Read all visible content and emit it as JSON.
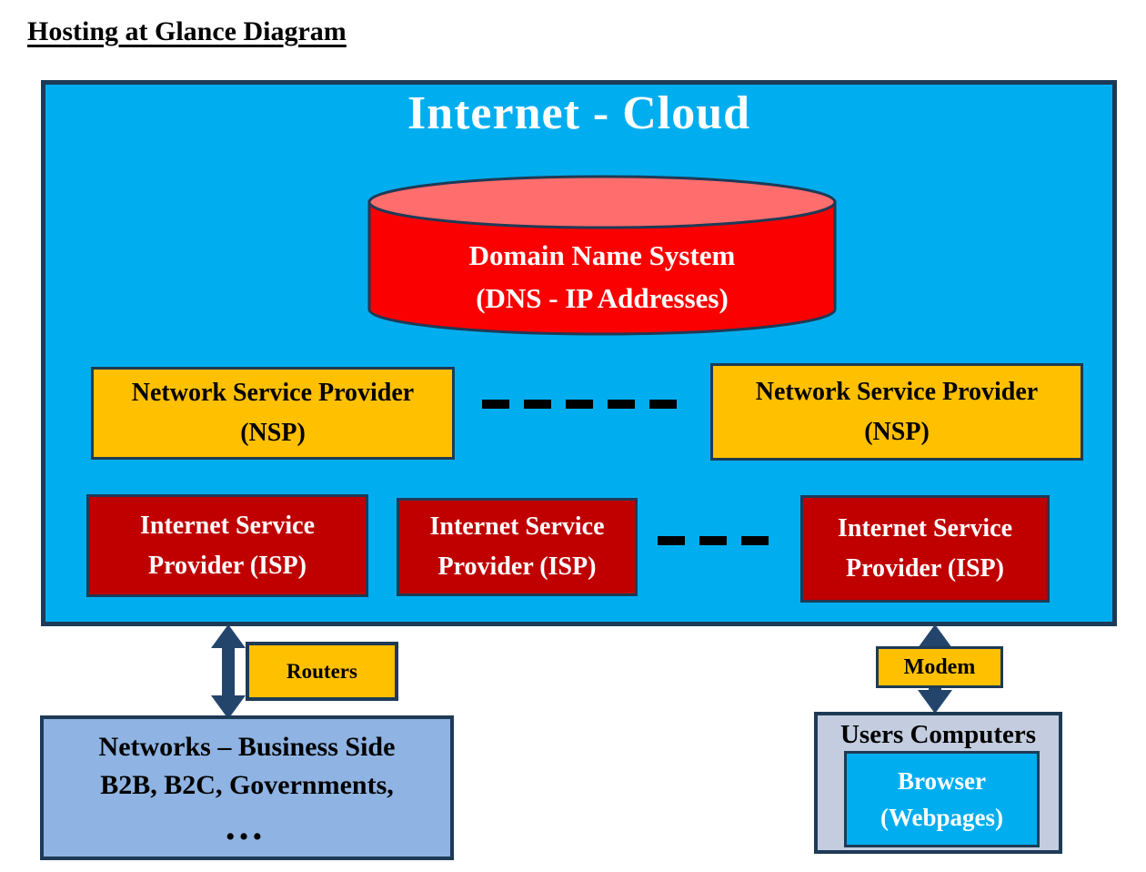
{
  "page_title": "Hosting at Glance Diagram",
  "cloud": {
    "title": "Internet - Cloud",
    "dns": {
      "line1": "Domain Name System",
      "line2": "(DNS - IP Addresses)"
    },
    "nsp_left": {
      "line1": "Network Service Provider",
      "line2": "(NSP)"
    },
    "nsp_right": {
      "line1": "Network Service Provider",
      "line2": "(NSP)"
    },
    "isp_1": {
      "line1": "Internet Service",
      "line2": "Provider (ISP)"
    },
    "isp_2": {
      "line1": "Internet Service",
      "line2": "Provider (ISP)"
    },
    "isp_3": {
      "line1": "Internet Service",
      "line2": "Provider (ISP)"
    }
  },
  "connectors": {
    "routers_label": "Routers",
    "modem_label": "Modem"
  },
  "business": {
    "line1": "Networks – Business Side",
    "line2": "B2B, B2C, Governments,",
    "line3": "…"
  },
  "users": {
    "title": "Users Computers",
    "browser": {
      "line1": "Browser",
      "line2": "(Webpages)"
    }
  },
  "colors": {
    "cloud_fill": "#00AEEF",
    "border_navy": "#1E3A56",
    "arrow_navy": "#24456B",
    "nsp_fill": "#FFC000",
    "isp_fill": "#C00000",
    "dns_body": "#FB0000",
    "dns_top": "#FF6D6D",
    "business_fill": "#8FB3E2",
    "users_fill": "#C3CDDF",
    "browser_fill": "#00AEEF",
    "dash_color": "#000000"
  }
}
